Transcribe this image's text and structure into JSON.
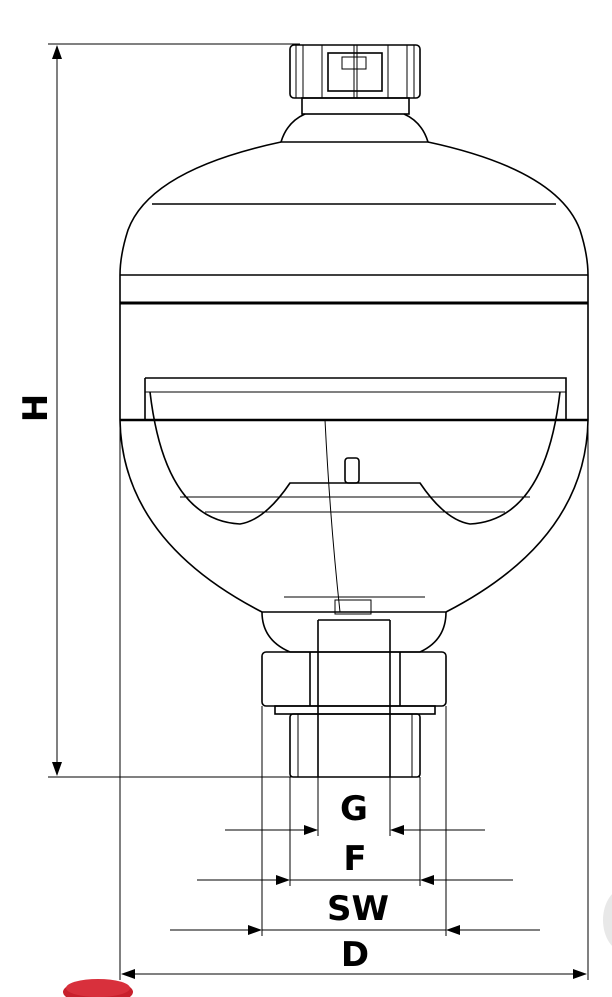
{
  "dimensions": {
    "height_label": "H",
    "thread_label": "G",
    "flat_label": "F",
    "wrench_size_label": "SW",
    "diameter_label": "D"
  },
  "colors": {
    "line": "#000000",
    "logo_red": "#c8202c"
  }
}
